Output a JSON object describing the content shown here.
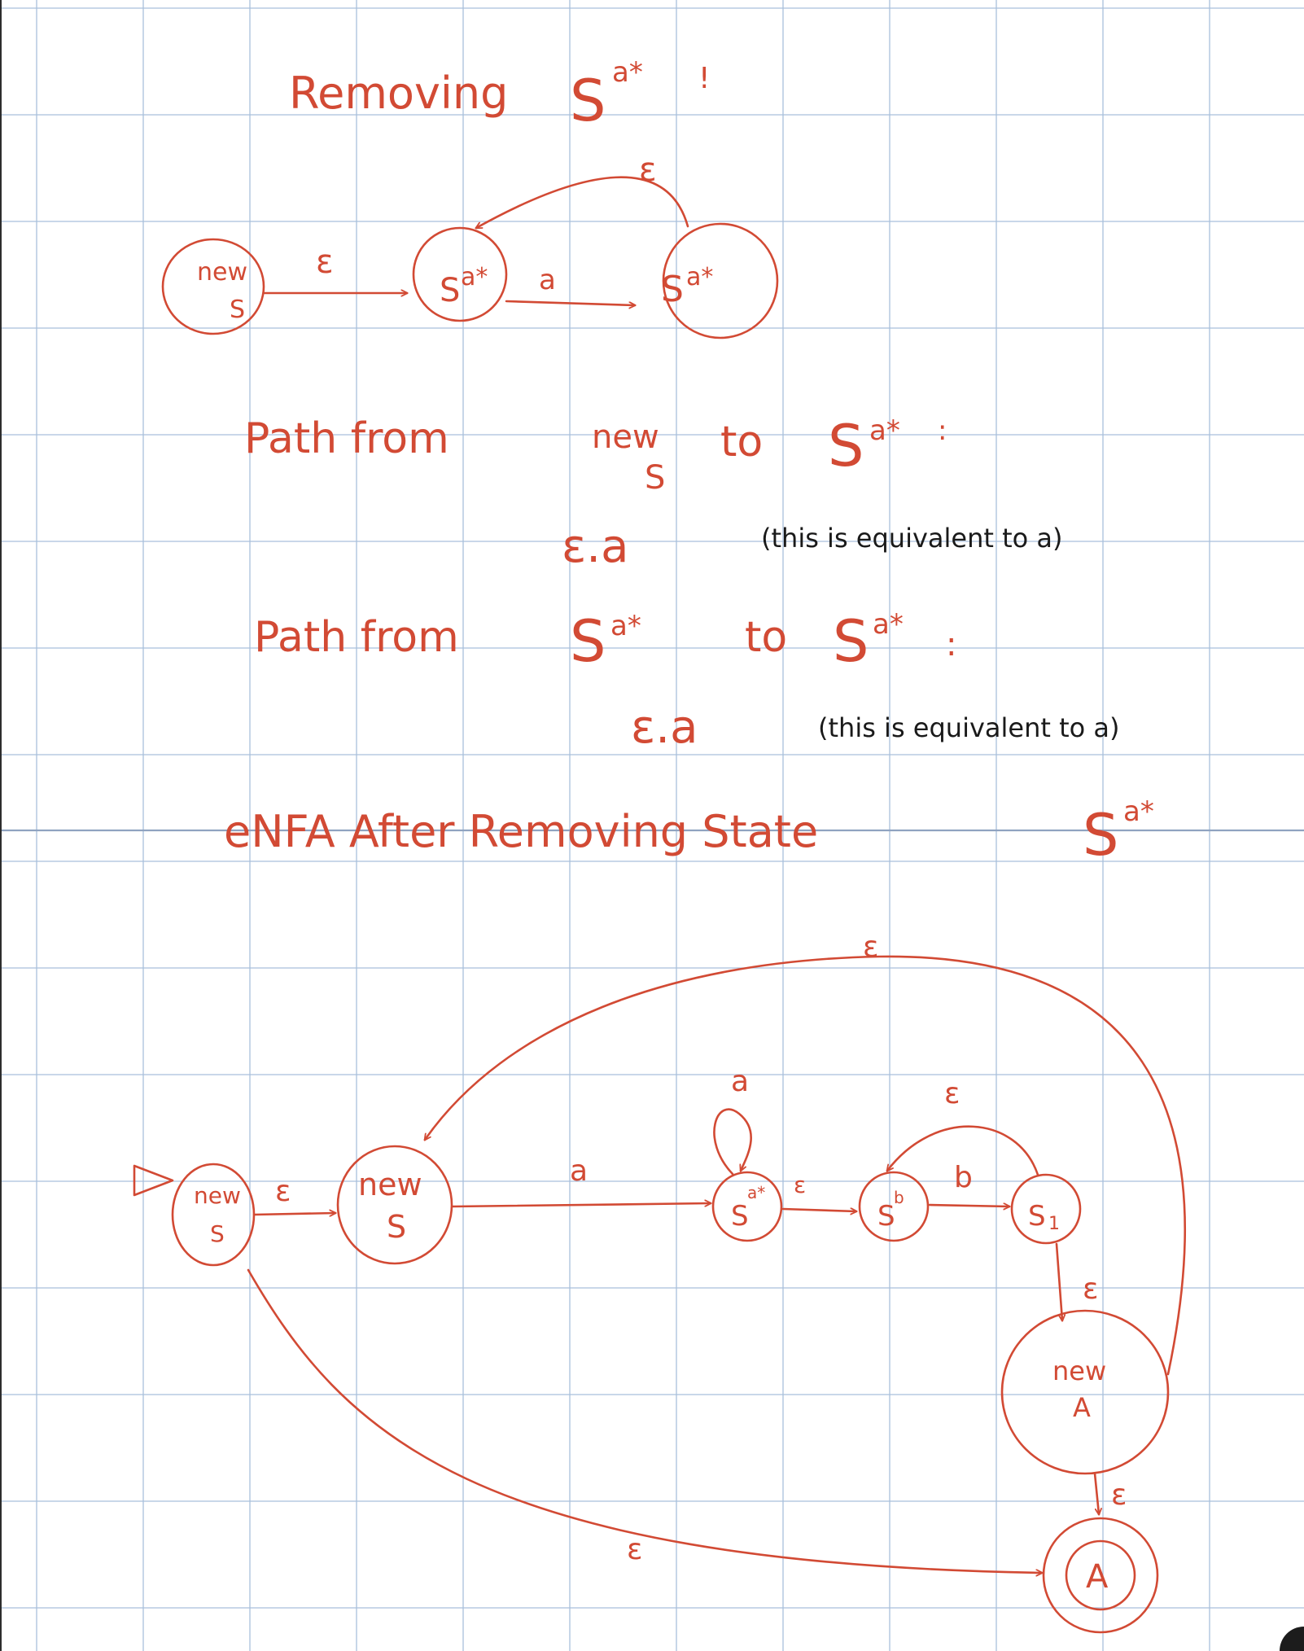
{
  "part1": {
    "heading": "Removing",
    "heading_sym": "S",
    "heading_sup": "a*",
    "heading_tail": "!",
    "diagram": {
      "state_new_s_line1": "new",
      "state_new_s_line2": "S",
      "state_sa_left": "S",
      "state_sa_left_sup": "a*",
      "state_sa_right": "S",
      "state_sa_right_sup": "a*",
      "edge_eps_1": "ε",
      "edge_a": "a",
      "edge_loop_eps": "ε"
    },
    "path1_prefix": "Path from",
    "path1_from_line1": "new",
    "path1_from_line2": "S",
    "path1_to_word": "to",
    "path1_to_sym": "S",
    "path1_to_sup": "a*",
    "path1_tail": ":",
    "path1_expr": "ε.a",
    "path1_note": "(this is equivalent to a)",
    "path2_prefix": "Path from",
    "path2_from_sym": "S",
    "path2_from_sup": "a*",
    "path2_to_word": "to",
    "path2_to_sym": "S",
    "path2_to_sup": "a*",
    "path2_tail": ":",
    "path2_expr": "ε.a",
    "path2_note": "(this is equivalent to a)",
    "title": "eNFA After Removing State",
    "title_sym": "S",
    "title_sup": "a*"
  },
  "part2": {
    "states": {
      "new_s_start_line1": "new",
      "new_s_start_line2": "S",
      "new_s_line1": "new",
      "new_s_line2": "S",
      "sa": "S",
      "sa_sup": "a*",
      "sb": "S",
      "sb_sub": "b",
      "s1": "S",
      "s1_sub": "1",
      "new_a_line1": "new",
      "new_a_line2": "A",
      "a_final": "A"
    },
    "edges": {
      "start_to_news": "ε",
      "news_to_sa": "a",
      "sa_loop": "a",
      "sa_to_sb": "ε",
      "sb_to_s1": "b",
      "s1_to_sb": "ε",
      "s1_to_newa": "ε",
      "newa_to_a": "ε",
      "newa_to_news": "ε",
      "start_to_a": "ε"
    }
  },
  "colors": {
    "ink": "#d24a34",
    "pen": "#1a1a1a",
    "grid": "#a9bfdc",
    "paper": "#ffffff"
  }
}
